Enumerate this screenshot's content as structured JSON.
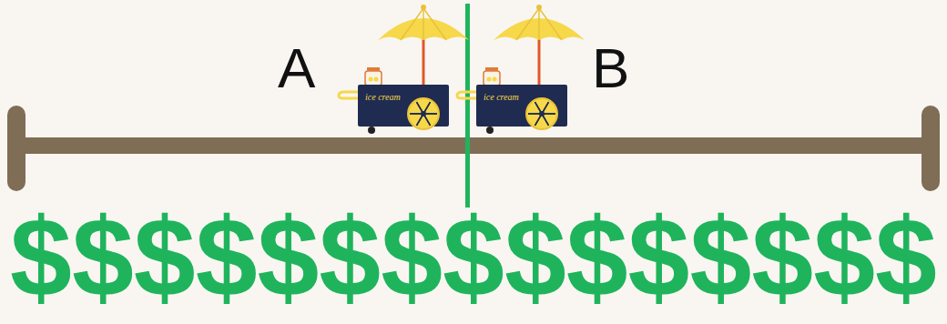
{
  "diagram": {
    "nodes": [
      {
        "text": [
          "ice cream"
        ]
      },
      {
        "text": [
          "ice cream"
        ]
      }
    ],
    "labels": [
      "A",
      "B",
      "$$$$$$$$$$$$$$$"
    ]
  }
}
